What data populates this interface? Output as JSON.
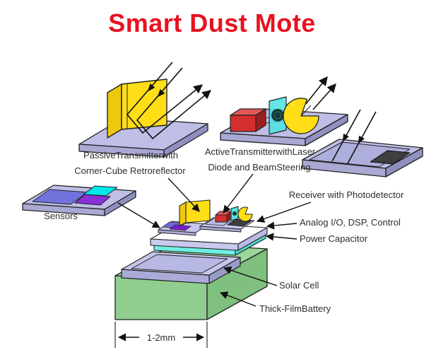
{
  "title": {
    "text": "Smart Dust Mote"
  },
  "labels": {
    "passive_line1": "PassiveTransmitterwith",
    "passive_line2": "Corner-Cube Retroreflector",
    "active_line1": "ActiveTransmitterwithLaser",
    "active_line2": "Diode and BeamSteering",
    "receiver": "Receiver with Photodetector",
    "sensors": "Sensors",
    "analog_io": "Analog I/O, DSP, Control",
    "power_capacitor": "Power Capacitor",
    "solar_cell": "Solar Cell",
    "battery": "Thick-FilmBattery",
    "dimension": "1-2mm"
  },
  "colors": {
    "title_red": "#e8121f",
    "platform_lavender": "#bebee6",
    "component_yellow": "#ffde17",
    "laser_red": "#d42f2f",
    "lens_cyan": "#4fe3e3",
    "capacitor_cyan": "#6fefe3",
    "battery_green": "#8fce8f",
    "solar_lavender": "#c6c6ec",
    "sensor_blue": "#7173dc",
    "sensor_cyan": "#00e8e8",
    "sensor_purple": "#8a30d8",
    "photodetector_gray": "#3f3f3f"
  }
}
